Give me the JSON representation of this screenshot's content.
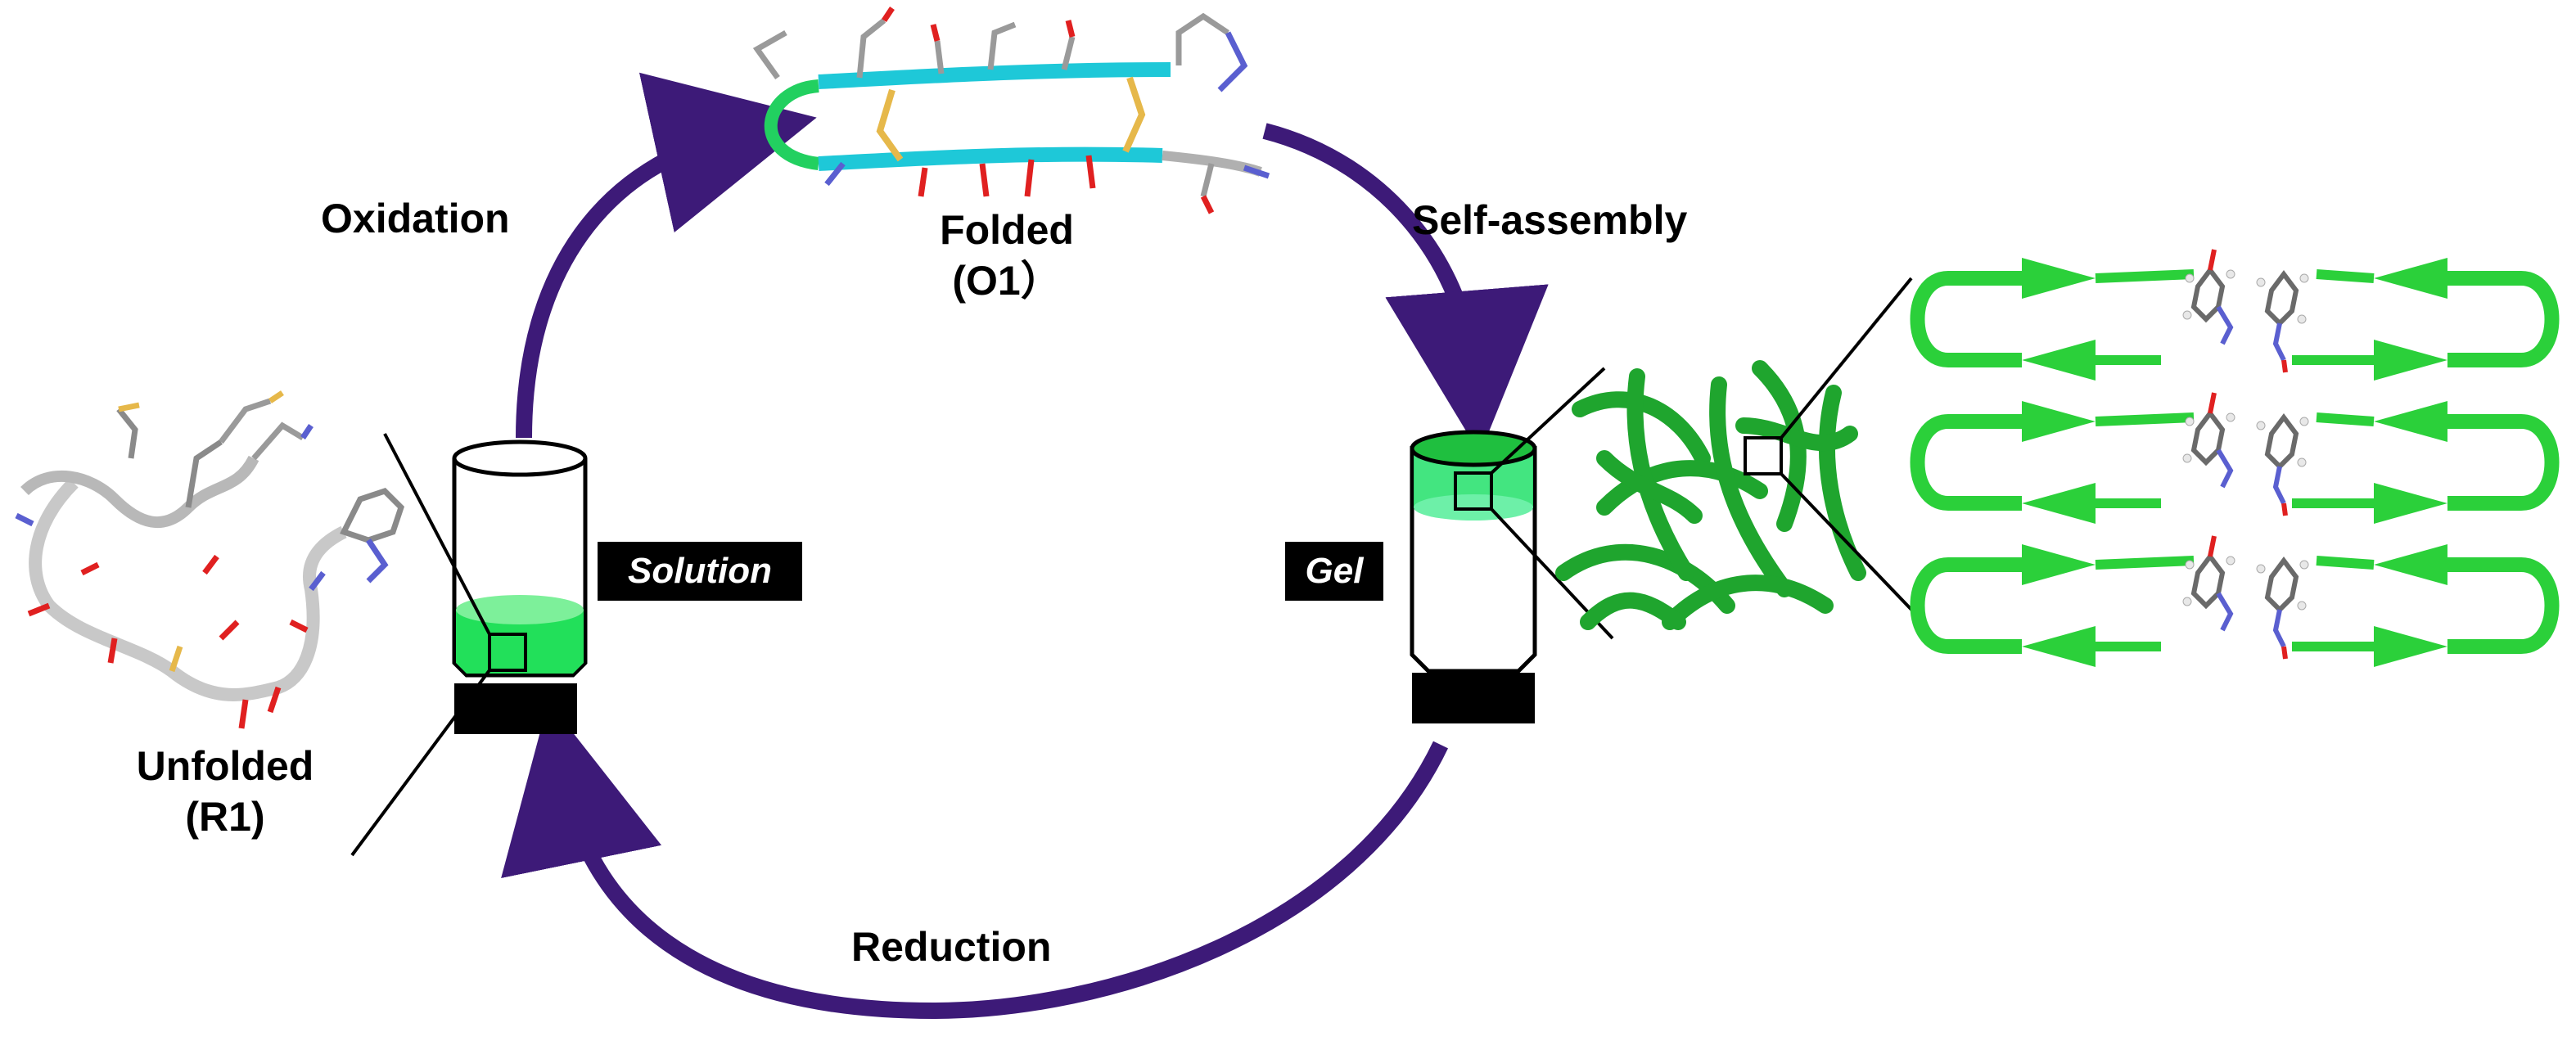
{
  "labels": {
    "oxidation": "Oxidation",
    "folded_line1": "Folded",
    "folded_line2": "(O1）",
    "self_assembly": "Self-assembly",
    "unfolded_line1": "Unfolded",
    "unfolded_line2": "(R1)",
    "reduction": "Reduction",
    "solution": "Solution",
    "gel": "Gel"
  },
  "colors": {
    "cycle_arrow": "#3d1a78",
    "gel_green": "#1fbf3f",
    "solution_green": "#22e05a",
    "fiber_green": "#1fa52e",
    "strand_green": "#2bd03a",
    "folded_cyan": "#1ec8d8",
    "disulfide_yellow": "#e6b84a",
    "oxygen_red": "#e02020",
    "nitrogen_blue": "#5a5fd0",
    "backbone_grey": "#c8c8c8"
  }
}
